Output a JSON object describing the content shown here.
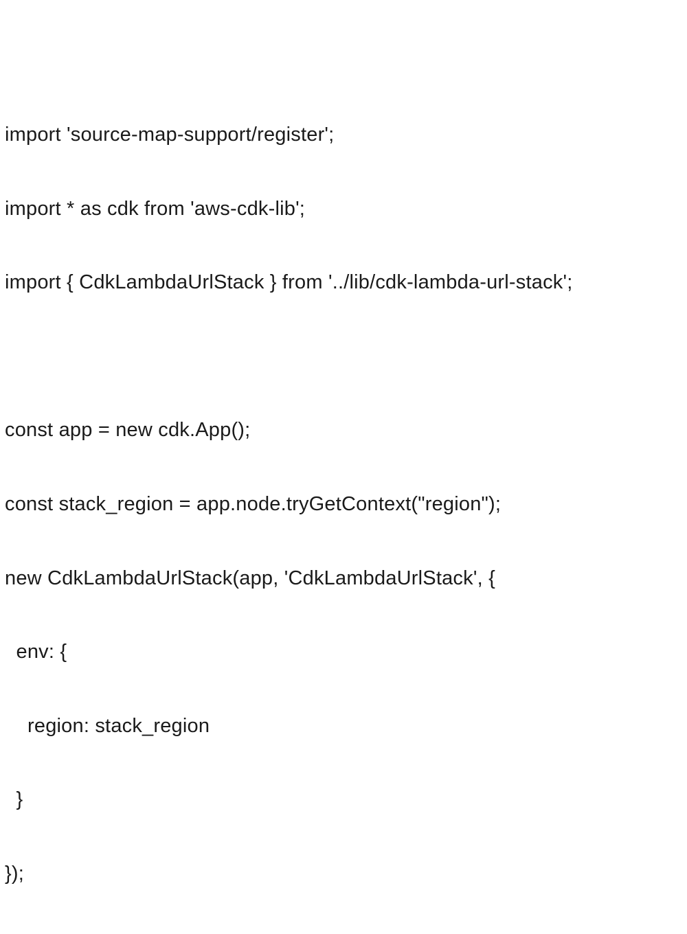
{
  "colors": {
    "background": "#ffffff",
    "text": "#1a1a1a"
  },
  "code": {
    "lines": [
      "import 'source-map-support/register';",
      "import * as cdk from 'aws-cdk-lib';",
      "import { CdkLambdaUrlStack } from '../lib/cdk-lambda-url-stack';",
      "",
      "const app = new cdk.App();",
      "const stack_region = app.node.tryGetContext(\"region\");",
      "new CdkLambdaUrlStack(app, 'CdkLambdaUrlStack', {",
      "  env: {",
      "    region: stack_region",
      "  }",
      "});"
    ]
  }
}
